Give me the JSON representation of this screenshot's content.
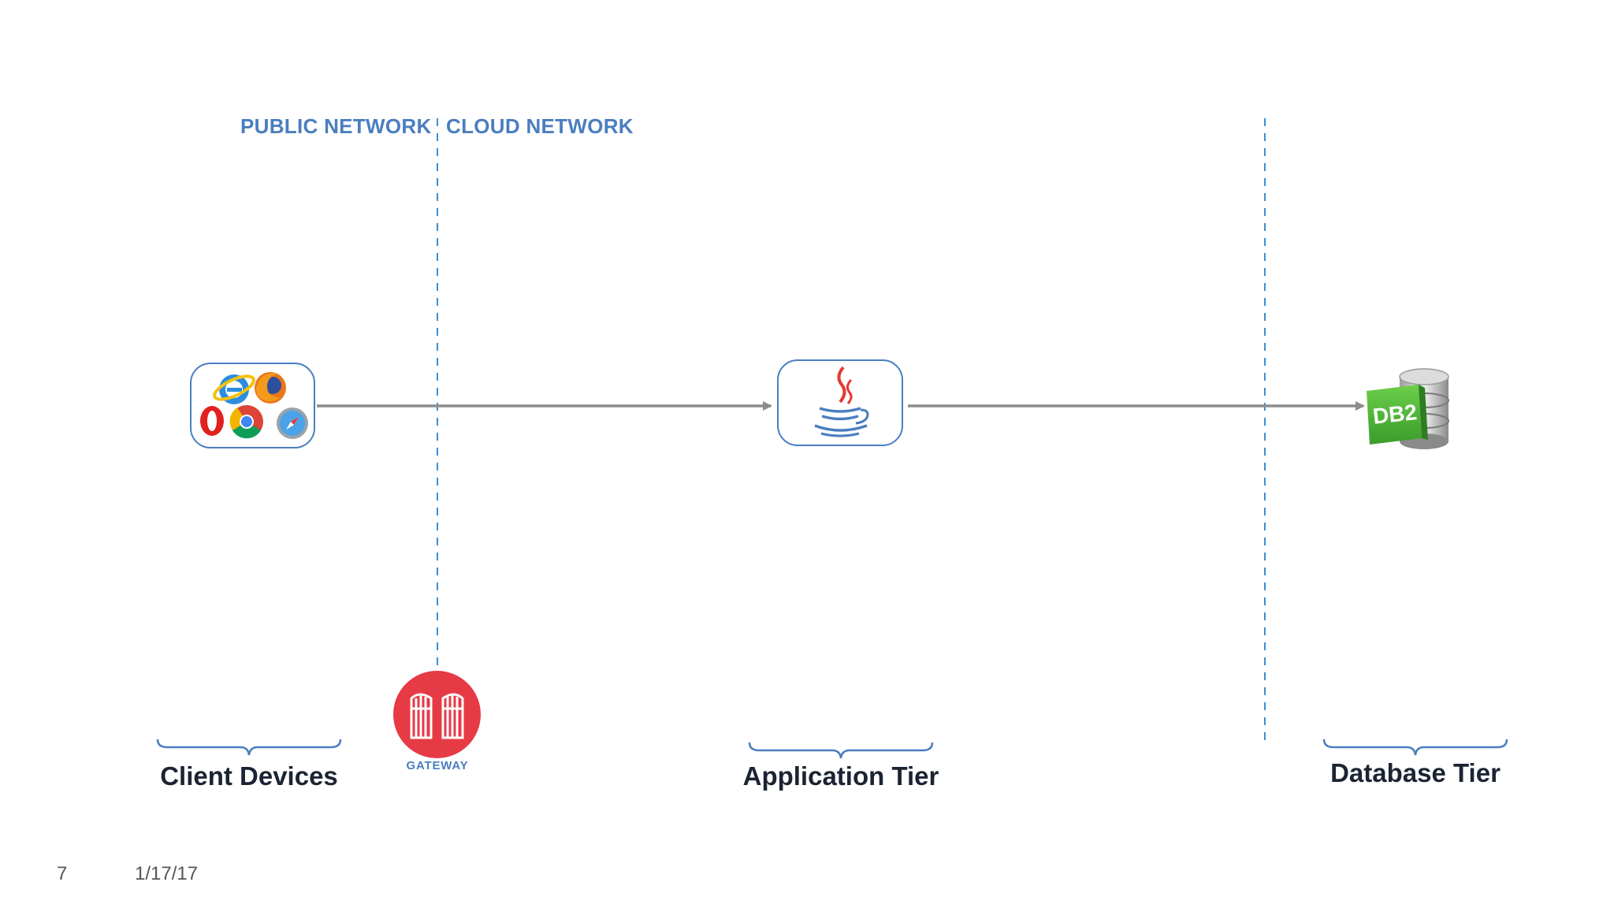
{
  "network": {
    "public_label": "PUBLIC NETWORK",
    "cloud_label": "CLOUD NETWORK"
  },
  "nodes": {
    "client": {
      "icon": "browsers-icon",
      "label": "Client Devices"
    },
    "gateway": {
      "icon": "gate-icon",
      "label": "GATEWAY",
      "color": "#e63a45"
    },
    "app": {
      "icon": "java-icon",
      "label": "Application Tier"
    },
    "db": {
      "icon": "db2-database-icon",
      "label": "Database Tier",
      "badge": "DB2",
      "badge_color": "#4caf50"
    }
  },
  "footer": {
    "slide_number": "7",
    "date": "1/17/17"
  },
  "colors": {
    "accent": "#4a7ebf",
    "arrow": "#8c8c8c",
    "text": "#1c2433"
  }
}
